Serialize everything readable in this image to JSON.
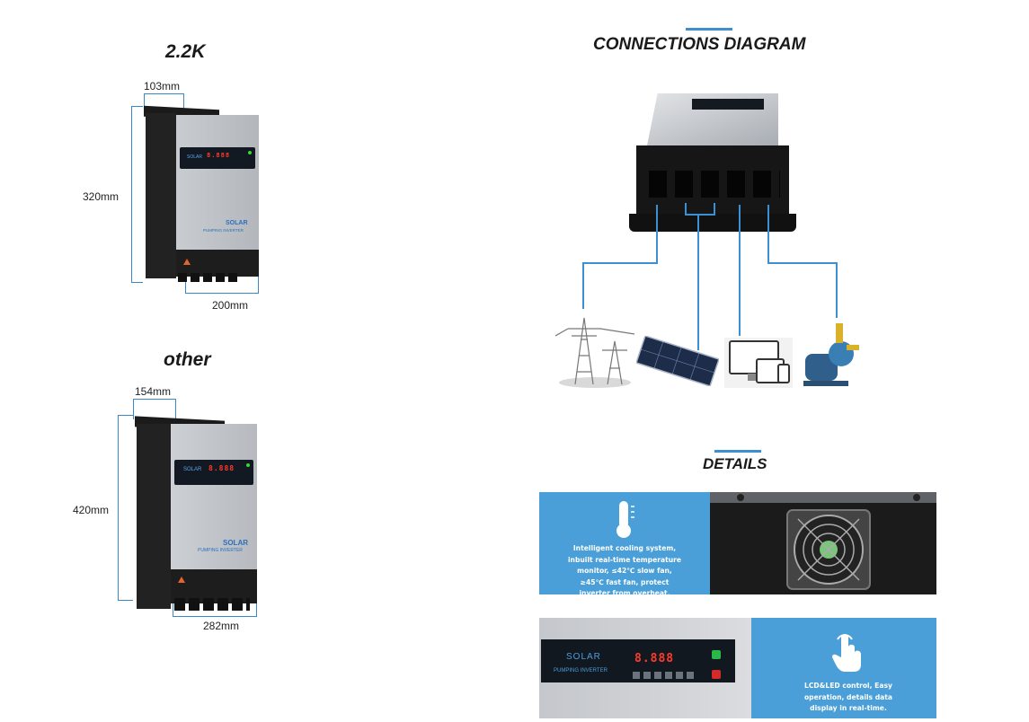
{
  "left": {
    "model_a": {
      "title": "2.2K",
      "width_label": "103mm",
      "height_label": "320mm",
      "depth_label": "200mm",
      "device": {
        "brand_line1": "SOLAR",
        "brand_line2": "PUMPING INVERTER",
        "display": "8.888",
        "front_label": "SOLAR",
        "front_sub": "PUMPING INVERTER"
      }
    },
    "model_b": {
      "title": "other",
      "width_label": "154mm",
      "height_label": "420mm",
      "depth_label": "282mm",
      "device": {
        "brand_line1": "SOLAR",
        "brand_line2": "PUMPING INVERTER",
        "display": "8.888",
        "front_label": "SOLAR",
        "front_sub": "PUMPING INVERTER"
      }
    }
  },
  "right": {
    "connections": {
      "title": "CONNECTIONS DIAGRAM",
      "items": [
        "power-grid",
        "solar-panel",
        "monitor-devices",
        "water-pump"
      ]
    },
    "details": {
      "title": "DETAILS",
      "panel1_text": "Intelligent cooling system, inbuilt real-time temperature monitor, ≤42℃ slow fan, ≥45℃ fast fan, protect inverter from overheat.",
      "panel2_text": "LCD&LED control, Easy operation, details data display in real-time.",
      "closeup": {
        "brand": "SOLAR",
        "sub": "PUMPING INVERTER",
        "display": "8.888"
      }
    }
  },
  "colors": {
    "accent": "#3e8fd0",
    "panel_blue": "#4a9fd8",
    "dark": "#1c1c1c",
    "silver": "#b9bdc2"
  }
}
